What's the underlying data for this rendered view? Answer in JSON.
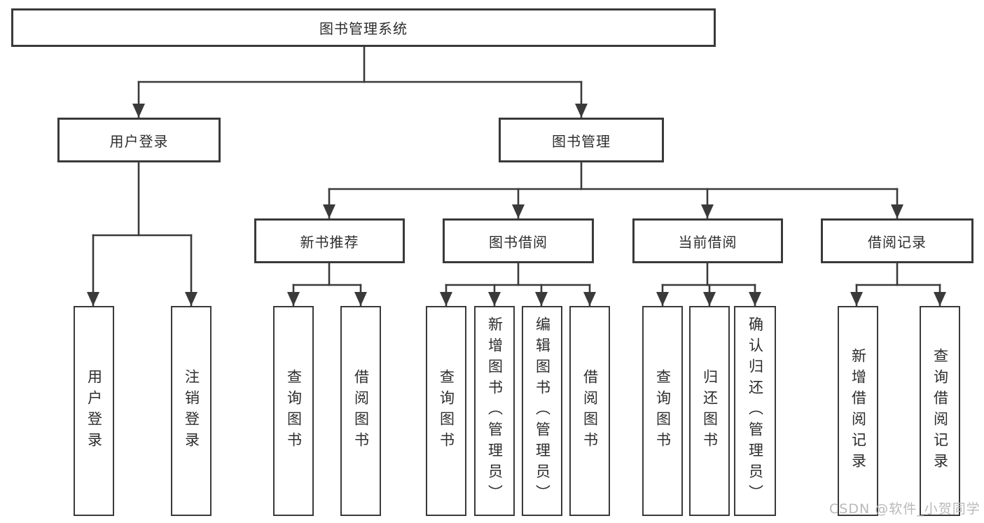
{
  "diagram": {
    "root": {
      "label": "图书管理系统"
    },
    "level2": {
      "user_login": {
        "label": "用户登录"
      },
      "book_mgmt": {
        "label": "图书管理"
      }
    },
    "level3": {
      "new_books": {
        "label": "新书推荐"
      },
      "book_borrow": {
        "label": "图书借阅"
      },
      "current_borrow": {
        "label": "当前借阅"
      },
      "borrow_records": {
        "label": "借阅记录"
      }
    },
    "leaves": {
      "user_login": {
        "label": "用户登录"
      },
      "logout": {
        "label": "注销登录"
      },
      "nb_query": {
        "label": "查询图书"
      },
      "nb_borrow": {
        "label": "借阅图书"
      },
      "bb_query": {
        "label": "查询图书"
      },
      "bb_add": {
        "label": "新增图书（管理员）"
      },
      "bb_edit": {
        "label": "编辑图书（管理员）"
      },
      "bb_borrow": {
        "label": "借阅图书"
      },
      "cb_query": {
        "label": "查询图书"
      },
      "cb_return": {
        "label": "归还图书"
      },
      "cb_confirm": {
        "label": "确认归还（管理员）"
      },
      "rec_add": {
        "label": "新增借阅记录"
      },
      "rec_query": {
        "label": "查询借阅记录"
      }
    },
    "watermark": "CSDN @软件_小贺同学",
    "colors": {
      "line": "#3a3a3a",
      "text": "#2d2d2d",
      "watermark": "#b9b9b9",
      "background": "#ffffff"
    }
  }
}
